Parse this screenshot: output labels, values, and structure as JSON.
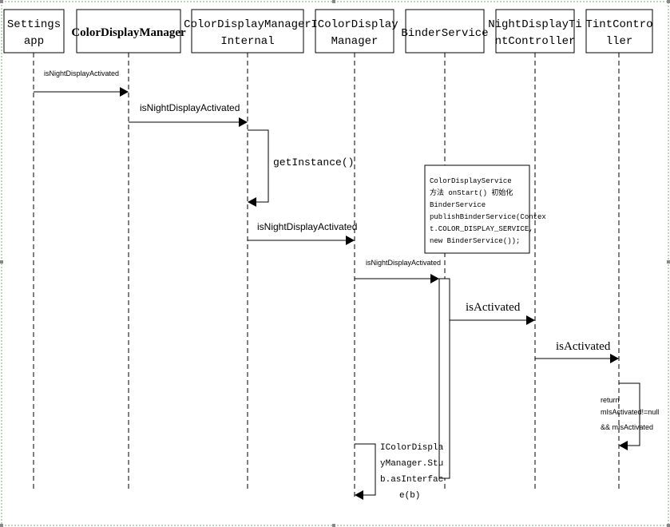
{
  "participants": [
    {
      "id": "settings",
      "line1": "Settings",
      "line2": "app"
    },
    {
      "id": "cdm",
      "line1": "ColorDisplayManager",
      "line2": ""
    },
    {
      "id": "cdmi",
      "line1": "ColorDisplayManager",
      "line2": "Internal"
    },
    {
      "id": "icdm",
      "line1": "IColorDisplay",
      "line2": "Manager"
    },
    {
      "id": "binder",
      "line1": "BinderService",
      "line2": ""
    },
    {
      "id": "ndtc",
      "line1": "NightDisplayTi",
      "line2": "ntController"
    },
    {
      "id": "tint",
      "line1": "TintContro",
      "line2": "ller"
    }
  ],
  "messages": {
    "m1": "isNightDisplayActivated",
    "m2": "isNightDisplayActivated",
    "m3": "getInstance()",
    "m4": "isNightDisplayActivated",
    "m5": "isNightDisplayActivated",
    "m6": "isActivated",
    "m7": "isActivated"
  },
  "note": {
    "lines": [
      "ColorDisplayService",
      "方法 onStart() 初始化",
      "BinderService",
      "publishBinderService(Contex",
      "t.COLOR_DISPLAY_SERVICE,",
      "new BinderService());"
    ]
  },
  "tint_return": {
    "lines": [
      "return",
      "mIsActivated!=null",
      "&& mIsActivated"
    ]
  },
  "stub": {
    "lines": [
      "IColorDispla",
      "yManager.Stu",
      "b.asInterfac",
      "e(b)"
    ]
  }
}
